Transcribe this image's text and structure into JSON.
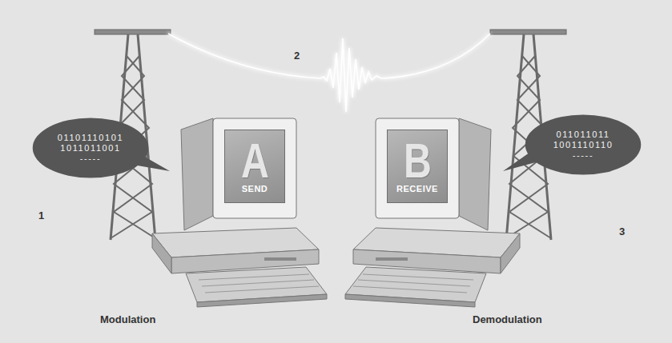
{
  "diagram": {
    "nodes": [
      {
        "text": [
          "01101110101",
          "1011011001",
          "-----"
        ]
      },
      {
        "text": [
          "A",
          "SEND"
        ]
      },
      {
        "text": [
          "B",
          "RECEIVE"
        ]
      },
      {
        "text": [
          "011011011",
          "1001110110",
          "-----"
        ]
      }
    ],
    "labels": [
      "1",
      "2",
      "3",
      "Modulation",
      "Demodulation"
    ]
  }
}
